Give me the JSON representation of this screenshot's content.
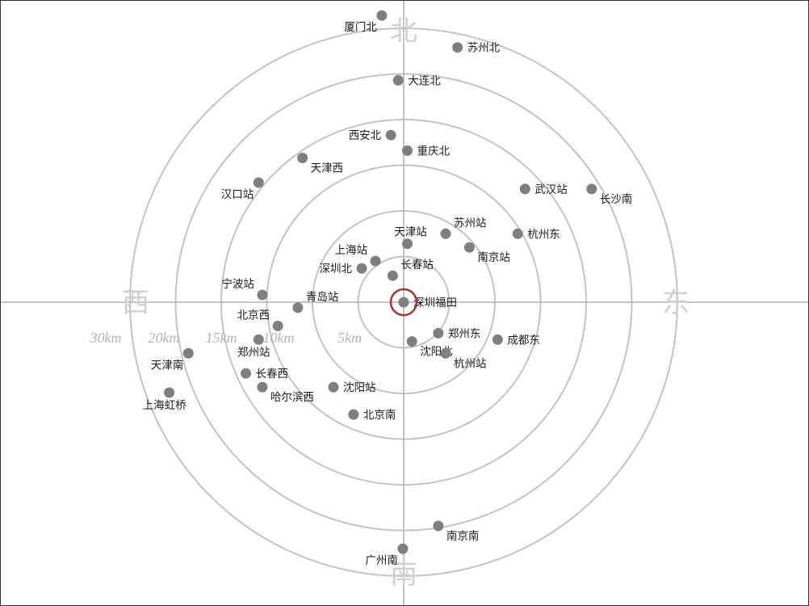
{
  "chart_data": {
    "type": "scatter",
    "title": "",
    "center": {
      "name": "深圳福田"
    },
    "directions": {
      "north": "北",
      "south": "南",
      "east": "东",
      "west": "西"
    },
    "ring_labels_printed": [
      "5km",
      "10km",
      "15km",
      "20km",
      "30km"
    ],
    "ring_levels": [
      5,
      10,
      15,
      20,
      25,
      30
    ],
    "units": "km",
    "grid": true,
    "colors": {
      "point": "#7f7f7f",
      "ring": "#c4c2c4",
      "axis": "#b0b0b0",
      "origin": "#9e3a36",
      "direction_text": "#d0d0d0",
      "ring_text": "#b3b3b3"
    },
    "points": [
      {
        "name": "深圳福田",
        "x": 0,
        "y": 0,
        "label_side": "right"
      },
      {
        "name": "厦门北",
        "x": -2.4,
        "y": 31.4,
        "label_side": "left-below"
      },
      {
        "name": "苏州北",
        "x": 5.9,
        "y": 27.9,
        "label_side": "right"
      },
      {
        "name": "大连北",
        "x": -0.6,
        "y": 24.3,
        "label_side": "right"
      },
      {
        "name": "西安北",
        "x": -1.4,
        "y": 18.3,
        "label_side": "left"
      },
      {
        "name": "重庆北",
        "x": 0.4,
        "y": 16.6,
        "label_side": "right"
      },
      {
        "name": "天津西",
        "x": -11.1,
        "y": 15.8,
        "label_side": "right-below"
      },
      {
        "name": "汉口站",
        "x": -15.9,
        "y": 13.1,
        "label_side": "left-below"
      },
      {
        "name": "武汉站",
        "x": 13.3,
        "y": 12.4,
        "label_side": "right"
      },
      {
        "name": "长沙南",
        "x": 20.6,
        "y": 12.4,
        "label_side": "right-below"
      },
      {
        "name": "杭州东",
        "x": 12.5,
        "y": 7.5,
        "label_side": "right"
      },
      {
        "name": "苏州站",
        "x": 4.6,
        "y": 7.5,
        "label_side": "right-above"
      },
      {
        "name": "南京站",
        "x": 7.2,
        "y": 6.0,
        "label_side": "right-below"
      },
      {
        "name": "天津站",
        "x": 0.4,
        "y": 6.4,
        "label_side": "above"
      },
      {
        "name": "上海站",
        "x": -3.1,
        "y": 4.5,
        "label_side": "left-above"
      },
      {
        "name": "长春站",
        "x": -1.2,
        "y": 2.9,
        "label_side": "right-above"
      },
      {
        "name": "深圳北",
        "x": -4.6,
        "y": 3.7,
        "label_side": "left"
      },
      {
        "name": "宁波站",
        "x": -15.5,
        "y": 0.8,
        "label_side": "left-above"
      },
      {
        "name": "青岛站",
        "x": -11.6,
        "y": -0.6,
        "label_side": "right-above"
      },
      {
        "name": "北京西",
        "x": -13.8,
        "y": -2.6,
        "label_side": "left-above"
      },
      {
        "name": "郑州站",
        "x": -15.9,
        "y": -4.1,
        "label_side": "below"
      },
      {
        "name": "天津南",
        "x": -23.6,
        "y": -5.6,
        "label_side": "left-below"
      },
      {
        "name": "长春西",
        "x": -17.3,
        "y": -7.8,
        "label_side": "right"
      },
      {
        "name": "哈尔滨西",
        "x": -15.5,
        "y": -9.3,
        "label_side": "right-below"
      },
      {
        "name": "上海虹桥",
        "x": -25.7,
        "y": -9.9,
        "label_side": "below"
      },
      {
        "name": "沈阳站",
        "x": -7.7,
        "y": -9.3,
        "label_side": "right"
      },
      {
        "name": "北京南",
        "x": -5.5,
        "y": -12.3,
        "label_side": "right"
      },
      {
        "name": "沈阳北",
        "x": 0.9,
        "y": -4.3,
        "label_side": "right-below"
      },
      {
        "name": "郑州东",
        "x": 3.8,
        "y": -3.4,
        "label_side": "right"
      },
      {
        "name": "杭州站",
        "x": 4.6,
        "y": -5.6,
        "label_side": "right-below"
      },
      {
        "name": "成都东",
        "x": 10.3,
        "y": -4.1,
        "label_side": "right"
      },
      {
        "name": "南京南",
        "x": 3.8,
        "y": -24.5,
        "label_side": "right-below"
      },
      {
        "name": "广州南",
        "x": -0.1,
        "y": -27.0,
        "label_side": "left-below"
      }
    ]
  }
}
